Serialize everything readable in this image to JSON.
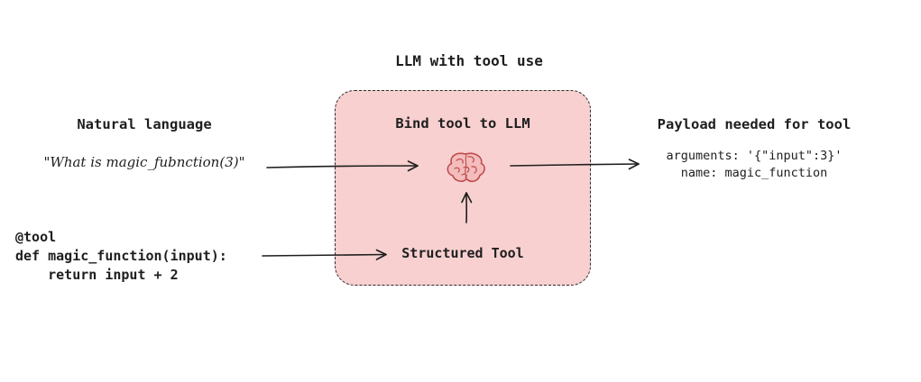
{
  "diagram": {
    "title": "LLM with tool use",
    "natural_language": {
      "heading": "Natural language",
      "quote": "\"What is magic_fubnction(3)\""
    },
    "tool_code": {
      "lines": [
        "@tool",
        "def magic_function(input):",
        "    return input + 2"
      ]
    },
    "llm_box": {
      "heading": "Bind tool to LLM",
      "brain_icon": "brain-icon",
      "tool_label": "Structured Tool"
    },
    "payload": {
      "heading": "Payload needed for tool",
      "lines": [
        "arguments: '{\"input\":3}'",
        "name: magic_function"
      ]
    },
    "colors": {
      "background": "#ffffff",
      "box_fill": "#f8d0d0",
      "box_border": "#2b2b2b",
      "brain_fill": "#f4bcbc",
      "brain_stroke": "#bd4b4b",
      "text": "#1e1e1e"
    }
  }
}
